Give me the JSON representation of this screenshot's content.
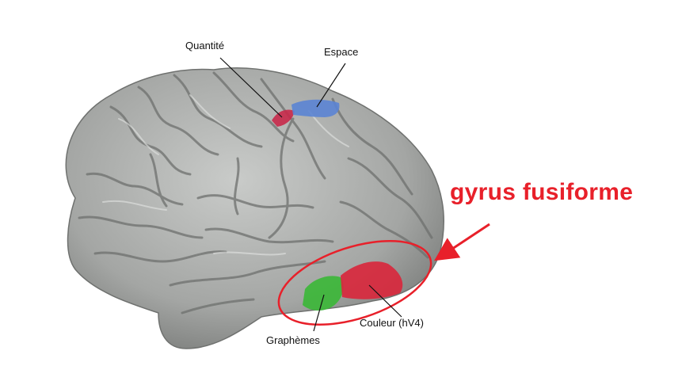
{
  "labels": {
    "quantity": "Quantité",
    "space": "Espace",
    "graphemes": "Graphèmes",
    "color": "Couleur (hV4)"
  },
  "callout": {
    "title": "gyrus fusiforme"
  },
  "colors": {
    "brain": "#a9aba9",
    "brain_shadow": "#6f716f",
    "brain_highlight": "#d4d6d4",
    "region_quantity": "#c8294a",
    "region_space": "#5b84d4",
    "region_graphemes": "#3fb63c",
    "region_color": "#d8283d",
    "callout": "#e8202a"
  }
}
